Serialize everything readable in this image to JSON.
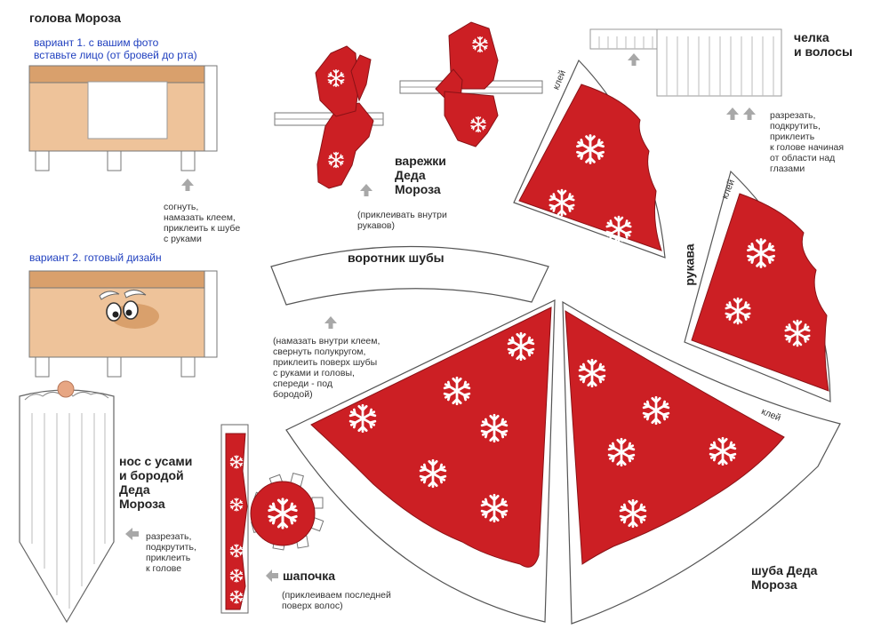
{
  "head": {
    "title": "голова Мороза",
    "variant1": "вариант 1. с вашим фото\nвставьте лицо (от бровей до рта)",
    "fold_note": "согнуть,\nнамазать клеем,\nприклеить к шубе\nс руками",
    "variant2": "вариант 2. готовый дизайн"
  },
  "mittens": {
    "title": "варежки\nДеда\nМороза",
    "note": "(приклеивать внутри\nрукавов)"
  },
  "bangs": {
    "title": "челка\nи волосы",
    "note": "разрезать,\nподкрутить,\nприклеить\nк голове начиная\nот области над\nглазами"
  },
  "sleeves": {
    "title": "рукава",
    "glue1": "клей",
    "glue2": "клей"
  },
  "collar": {
    "title": "воротник шубы",
    "note": "(намазать внутри клеем,\nсвернуть полукругом,\nприклеить поверх шубы\nс руками и головы,\nспереди - под\nбородой)"
  },
  "coat": {
    "title": "шуба Деда\nМороза",
    "glue": "клей"
  },
  "beard": {
    "title": "нос с усами\nи бородой\nДеда\nМороза",
    "note": "разрезать,\nподкрутить,\nприклеить\nк голове"
  },
  "hat": {
    "title": "шапочка",
    "note": "(приклеиваем последней\nповерх волос)"
  },
  "colors": {
    "red": "#cc1f24",
    "skin": "#eec39a",
    "skin_dark": "#d9a06c",
    "outline": "#555555"
  }
}
